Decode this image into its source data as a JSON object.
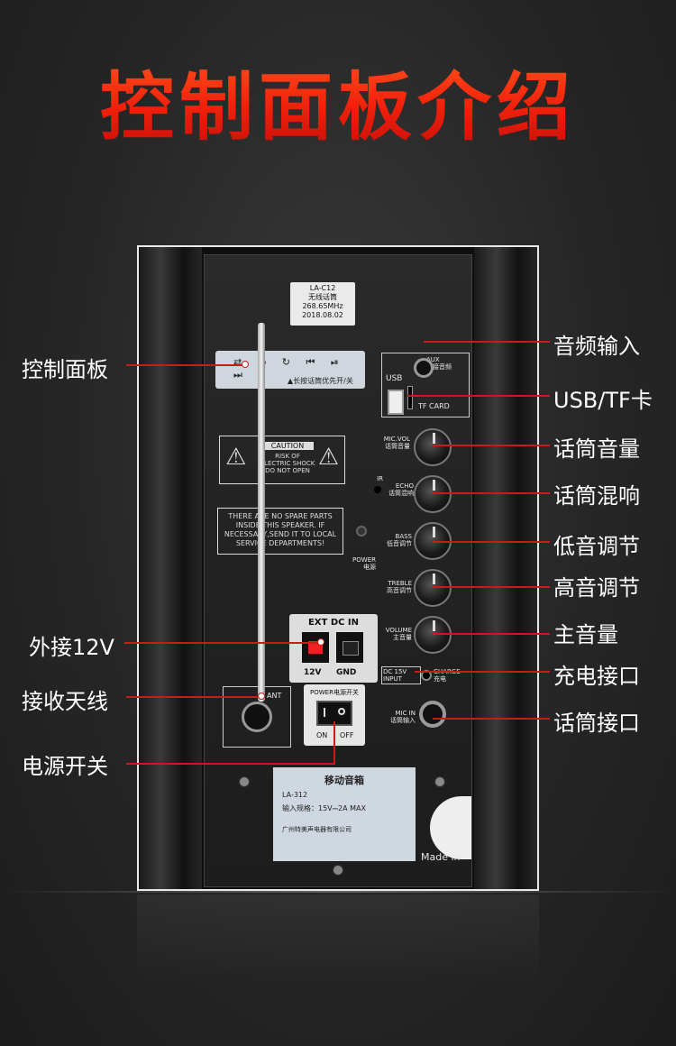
{
  "title": "控制面板介绍",
  "panel": {
    "model_sticker": [
      "LA-C12",
      "无线话筒",
      "268.65MHz",
      "2018.08.02"
    ],
    "control_bar_hint": "▲长按话筒优先开/关",
    "caution_title": "CAUTION",
    "caution_text": "RISK OF ELECTRIC SHOCK\nDO NOT OPEN",
    "notice_text": "THERE ARE NO SPARE PARTS INSIDE THIS SPEAKER. IF NECESSARY,SEND IT TO LOCAL SERVICE DEPARTMENTS!",
    "aux_label": "AUX\n外接音频",
    "usb_label": "USB",
    "tf_label": "TF CARD",
    "mic_vol_label": "MIC.VOL\n话筒音量",
    "ir_label": "IR",
    "echo_label": "ECHO\n话筒混响",
    "bass_label": "BASS\n低音调节",
    "power_led_label": "POWER\n电源",
    "treble_label": "TREBLE\n高音调节",
    "volume_label": "VOLUME\n主音量",
    "ext_dc_label": "EXT DC IN",
    "ext_12v": "12V",
    "ext_gnd": "GND",
    "dc_label": "DC 15V\nINPUT",
    "charge_label": "CHARGE\n充电",
    "mic_in_label": "MIC IN\n话筒输入",
    "ant_label": "ANT",
    "power_switch_label": "POWER电源开关",
    "power_on": "ON",
    "power_off": "OFF",
    "nameplate_title": "移动音箱",
    "nameplate_model": "LA-312",
    "nameplate_spec": "输入规格：15V⎓2A MAX",
    "nameplate_maker": "广州特美声电器有限公司",
    "made_in": "Made in"
  },
  "callouts_left": [
    {
      "label": "控制面板"
    },
    {
      "label": "外接12V"
    },
    {
      "label": "接收天线"
    },
    {
      "label": "电源开关"
    }
  ],
  "callouts_right": [
    {
      "label": "音频输入"
    },
    {
      "label": "USB/TF卡"
    },
    {
      "label": "话筒音量"
    },
    {
      "label": "话筒混响"
    },
    {
      "label": "低音调节"
    },
    {
      "label": "高音调节"
    },
    {
      "label": "主音量"
    },
    {
      "label": "充电接口"
    },
    {
      "label": "话筒接口"
    }
  ],
  "colors": {
    "accent": "#c81d16",
    "title_top": "#ff5a1f",
    "title_bottom": "#c50e08"
  }
}
